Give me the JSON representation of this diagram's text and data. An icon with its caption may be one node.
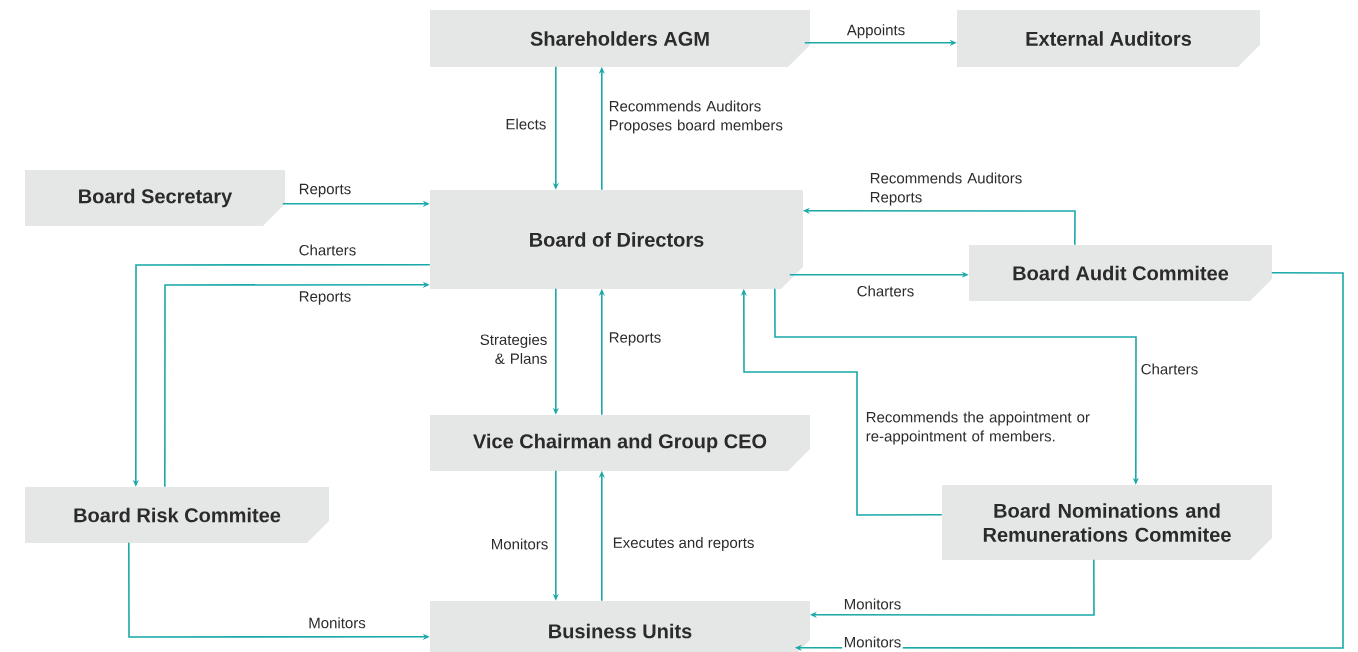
{
  "diagram": {
    "nodes": [
      {
        "text": [
          "Shareholders AGM"
        ]
      },
      {
        "text": [
          "External Auditors"
        ]
      },
      {
        "text": [
          "Board Secretary"
        ]
      },
      {
        "text": [
          "Board of Directors"
        ]
      },
      {
        "text": [
          "Board Audit Commitee"
        ]
      },
      {
        "text": [
          "Board Risk Commitee"
        ]
      },
      {
        "text": [
          "Vice Chairman and Group CEO"
        ]
      },
      {
        "text": [
          "Board Nominations and Remunerations Commitee"
        ]
      },
      {
        "text": [
          "Business Units"
        ]
      }
    ],
    "edges": [
      {
        "from": 0,
        "to": 3,
        "arrow": "to",
        "label": "Elects"
      },
      {
        "from": 3,
        "to": 0,
        "arrow": "to",
        "label": "Recommends Auditors Proposes board members"
      },
      {
        "from": 0,
        "to": 1,
        "arrow": "to",
        "label": "Appoints"
      },
      {
        "from": 2,
        "to": 3,
        "arrow": "to",
        "label": "Reports"
      },
      {
        "from": 4,
        "to": 3,
        "arrow": "to",
        "label": "Recommends Auditors Reports"
      },
      {
        "from": 3,
        "to": 5,
        "arrow": "to",
        "label": "Charters"
      },
      {
        "from": 5,
        "to": 3,
        "arrow": "to",
        "label": "Reports"
      },
      {
        "from": 3,
        "to": 4,
        "arrow": "to",
        "label": "Charters"
      },
      {
        "from": 3,
        "to": 6,
        "arrow": "to",
        "label": "Strategies & Plans"
      },
      {
        "from": 6,
        "to": 3,
        "arrow": "to",
        "label": "Reports"
      },
      {
        "from": 3,
        "to": 7,
        "arrow": "to",
        "label": "Charters"
      },
      {
        "from": 7,
        "to": 3,
        "arrow": "to",
        "label": "Recommends the appointment or re-appointment of members."
      },
      {
        "from": 6,
        "to": 8,
        "arrow": "to",
        "label": "Monitors"
      },
      {
        "from": 8,
        "to": 6,
        "arrow": "to",
        "label": "Executes and reports"
      },
      {
        "from": 5,
        "to": 8,
        "arrow": "to",
        "label": "Monitors"
      },
      {
        "from": 7,
        "to": 8,
        "arrow": "to",
        "label": "Monitors"
      },
      {
        "from": 4,
        "to": 8,
        "arrow": "to",
        "label": "Monitors"
      }
    ]
  }
}
